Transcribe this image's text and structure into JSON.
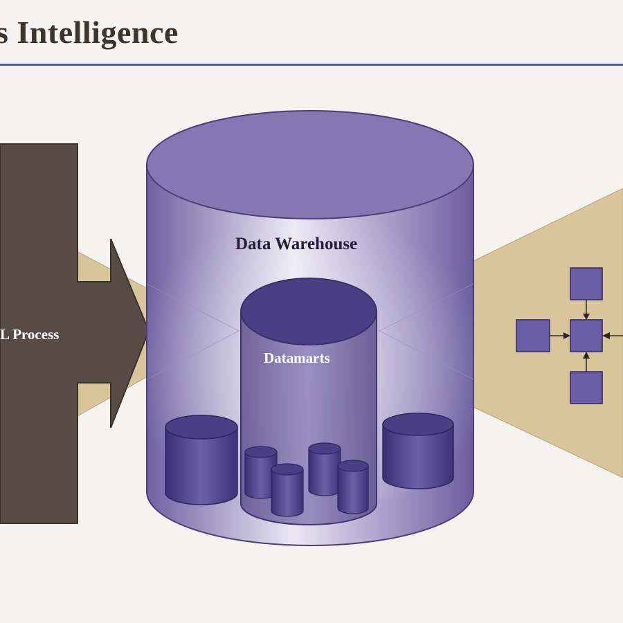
{
  "header": {
    "title": "s Intelligence",
    "rule_color": "#3f5fb8"
  },
  "diagram": {
    "etl_label": "L Process",
    "warehouse_label": "Data Warehouse",
    "datamarts_label": "Datamarts"
  },
  "colors": {
    "background": "#f4f3f0",
    "etl_box": "#574c45",
    "funnel": "#d9c59a",
    "warehouse": "#7f73ad",
    "cylinder_dark": "#4a3e85",
    "node": "#6a5ea6"
  },
  "icons": [
    "etl-arrow-shape",
    "warehouse-cylinder-icon",
    "datamart-cylinder-icon",
    "network-node-icon"
  ]
}
